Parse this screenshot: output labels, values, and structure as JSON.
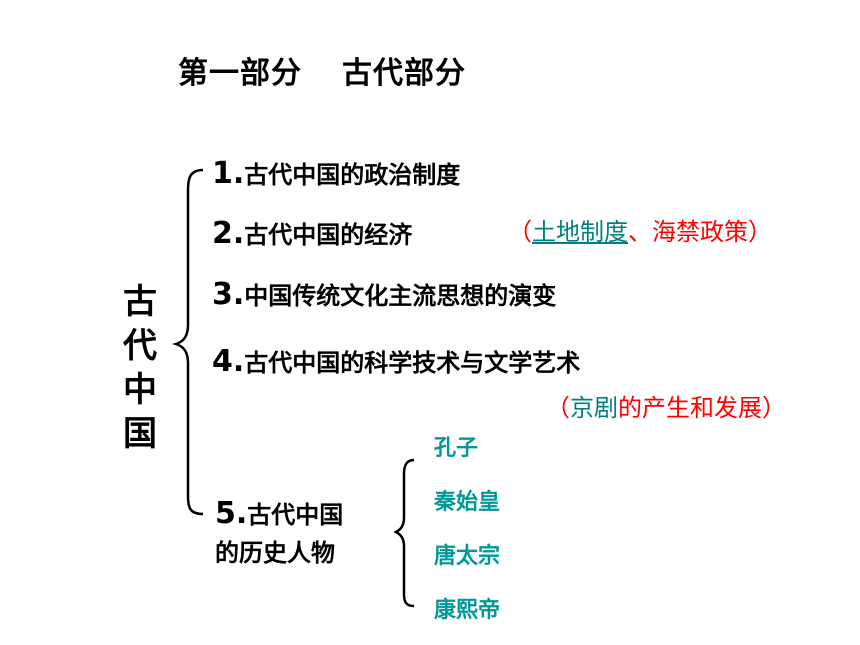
{
  "title": {
    "part": "第一部分",
    "name": "古代部分"
  },
  "side_label": [
    "古",
    "代",
    "中",
    "国"
  ],
  "items": [
    {
      "num": "1.",
      "text": "古代中国的政治制度"
    },
    {
      "num": "2.",
      "text": "古代中国的经济"
    },
    {
      "num": "3.",
      "text": "中国传统文化主流思想的演变"
    },
    {
      "num": "4.",
      "text": "古代中国的科学技术与文学艺术"
    },
    {
      "num": "5.",
      "text": "古代中国",
      "text2": "的历史人物"
    }
  ],
  "note_economy": {
    "open": "（",
    "link": "土地制度",
    "sep": "、",
    "rest": "海禁政策",
    "close": "）"
  },
  "note_culture": {
    "open": "（",
    "link": "京剧",
    "rest": "的产生和发展",
    "close": "）"
  },
  "persons": [
    "孔子",
    "秦始皇",
    "唐太宗",
    "康熙帝"
  ],
  "colors": {
    "red": "#ff0000",
    "teal": "#008080",
    "person": "#009999"
  }
}
